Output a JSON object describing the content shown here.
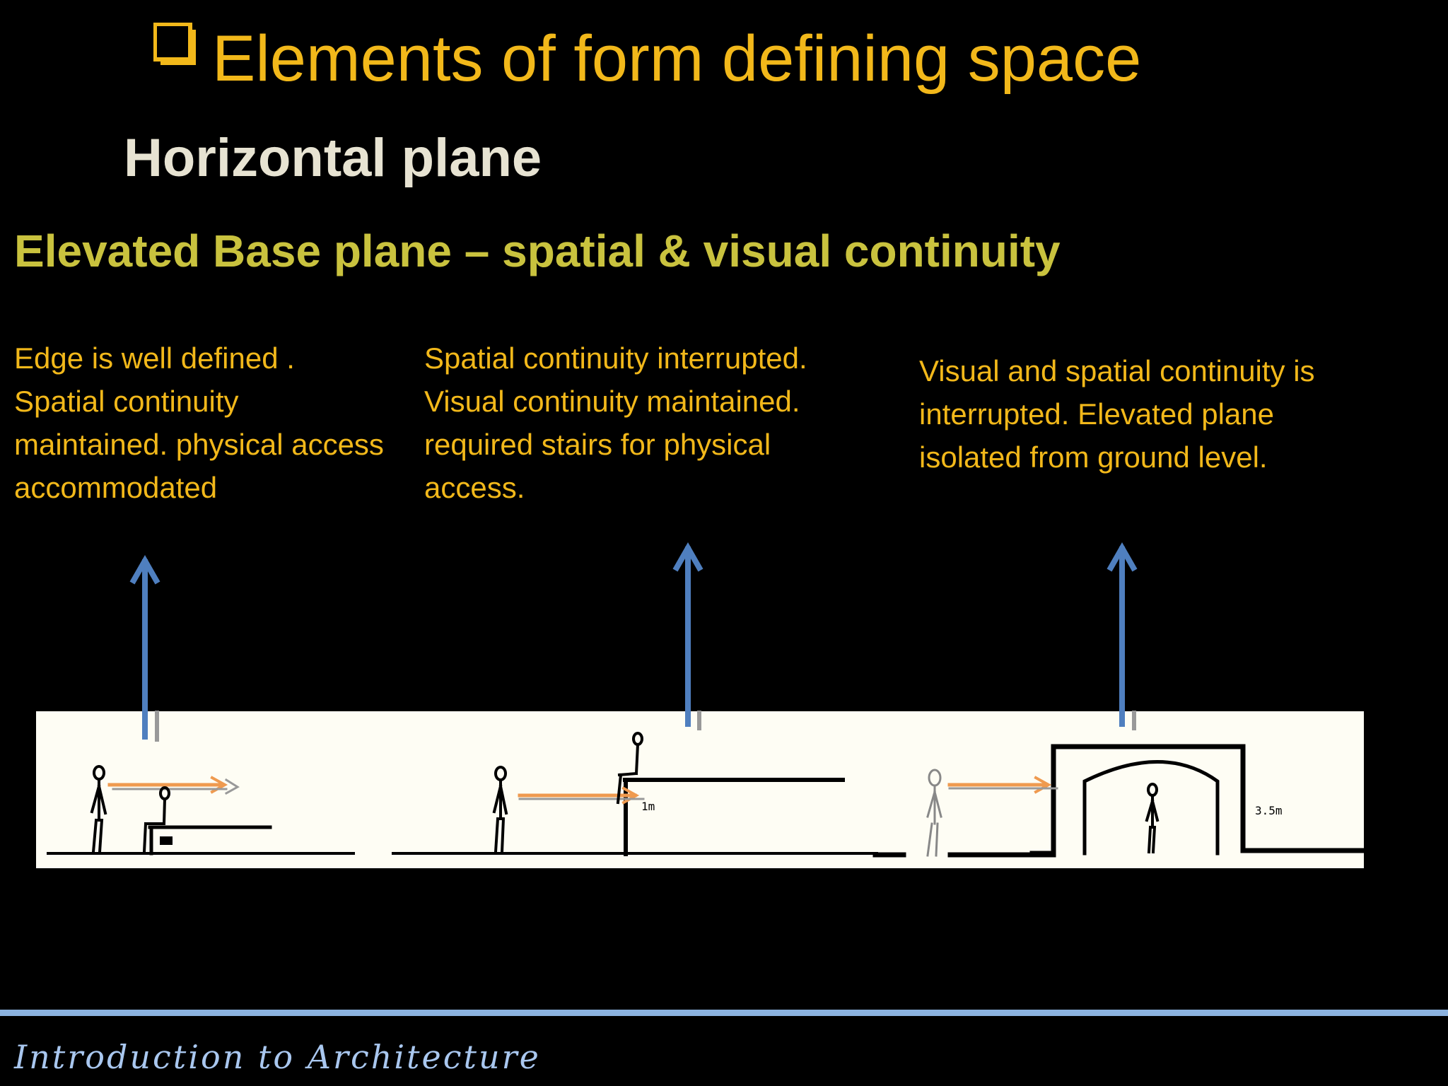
{
  "title": "Elements of form defining space",
  "subtitle": "Horizontal plane",
  "heading": "Elevated Base plane – spatial & visual continuity",
  "descriptions": [
    {
      "lines": [
        "Edge is well defined .",
        "Spatial continuity",
        "maintained. physical access",
        "accommodated"
      ]
    },
    {
      "lines": [
        "Spatial continuity interrupted.",
        "Visual continuity maintained.",
        "required stairs for physical",
        "access."
      ]
    },
    {
      "lines": [
        "Visual and spatial continuity is",
        "interrupted. Elevated plane",
        "isolated from ground level."
      ]
    }
  ],
  "diagram": {
    "label_height_1": "1m",
    "label_height_2": "3.5m"
  },
  "footer": "Introduction to Architecture",
  "colors": {
    "background": "#000000",
    "title": "#f2b81a",
    "subtitle": "#e7e3d2",
    "heading": "#c9c23e",
    "arrow_up": "#4f7fbf",
    "arrow_sight": "#ef9a4f",
    "footer_line": "#8cb3e0",
    "panel": "#fefdf4"
  }
}
